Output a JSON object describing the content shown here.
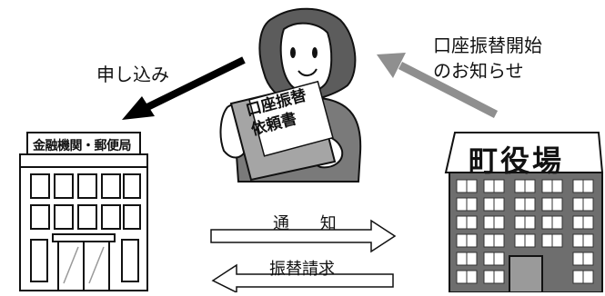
{
  "labels": {
    "apply": "申し込み",
    "notice_line1": "口座振替開始",
    "notice_line2": "のお知らせ",
    "notification": "通 知",
    "transfer_request": "振替請求"
  },
  "bank": {
    "sign": "金融機関・郵便局"
  },
  "town_office": {
    "sign": "町役場"
  },
  "form": {
    "line1": "口座振替",
    "line2": "依頼書"
  },
  "colors": {
    "black_arrow": "#000000",
    "gray_arrow": "#8f8f8f",
    "building_gray": "#6e6e6e",
    "line": "#111111"
  }
}
